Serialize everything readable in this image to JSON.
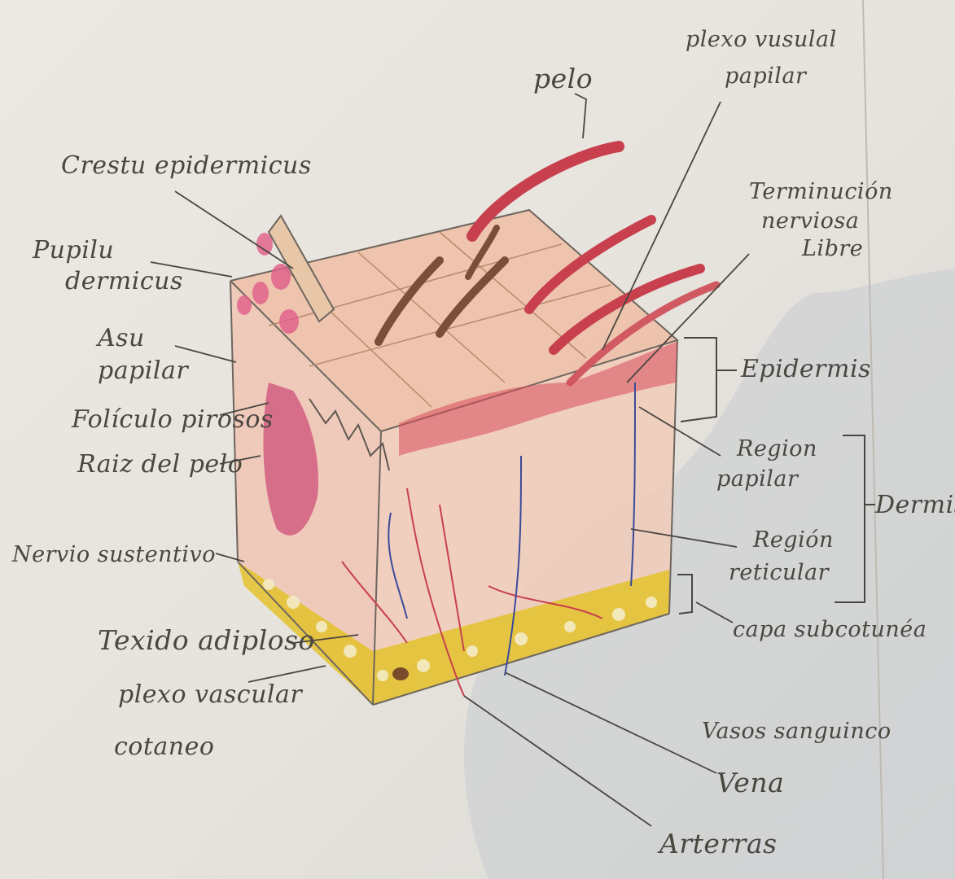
{
  "labels": {
    "pelo": "pelo",
    "plexo_vascular_papilar_1": "plexo vusulal",
    "plexo_vascular_papilar_2": "papilar",
    "crestas_epidermicas": "Crestu epidermicus",
    "terminacion_nerviosa_1": "Terminución",
    "terminacion_nerviosa_2": "nerviosa",
    "terminacion_nerviosa_3": "Libre",
    "papila_dermica_1": "Pupilu",
    "papila_dermica_2": "dermicus",
    "asa_papilar_1": "Asu",
    "asa_papilar_2": "papilar",
    "epidermis": "Epidermis",
    "foliculo_piloso": "Folículo pirosos",
    "region_papilar_1": "Region",
    "region_papilar_2": "papilar",
    "raiz_del_pelo": "Raiz del pelo",
    "dermis": "Dermis",
    "nervio_sensitivo": "Nervio sustentivo",
    "region_reticular_1": "Región",
    "region_reticular_2": "reticular",
    "tejido_adiposo": "Texido adiploso",
    "capa_subcutanea": "capa subcotunéa",
    "plexo_vascular_cutaneo_1": "plexo vascular",
    "plexo_vascular_cutaneo_2": "cotaneo",
    "vasos_sanguineos": "Vasos sanguinco",
    "vena": "Vena",
    "arterias": "Arterras"
  },
  "colors": {
    "paper": "#ece8e3",
    "pencil": "#4a4640",
    "skin_red": "#c8404e",
    "skin_pink": "#e9a3a4",
    "skin_peach": "#f0c4b0",
    "fat_yellow": "#e3c22b",
    "vein_blue": "#3a4a9a"
  }
}
